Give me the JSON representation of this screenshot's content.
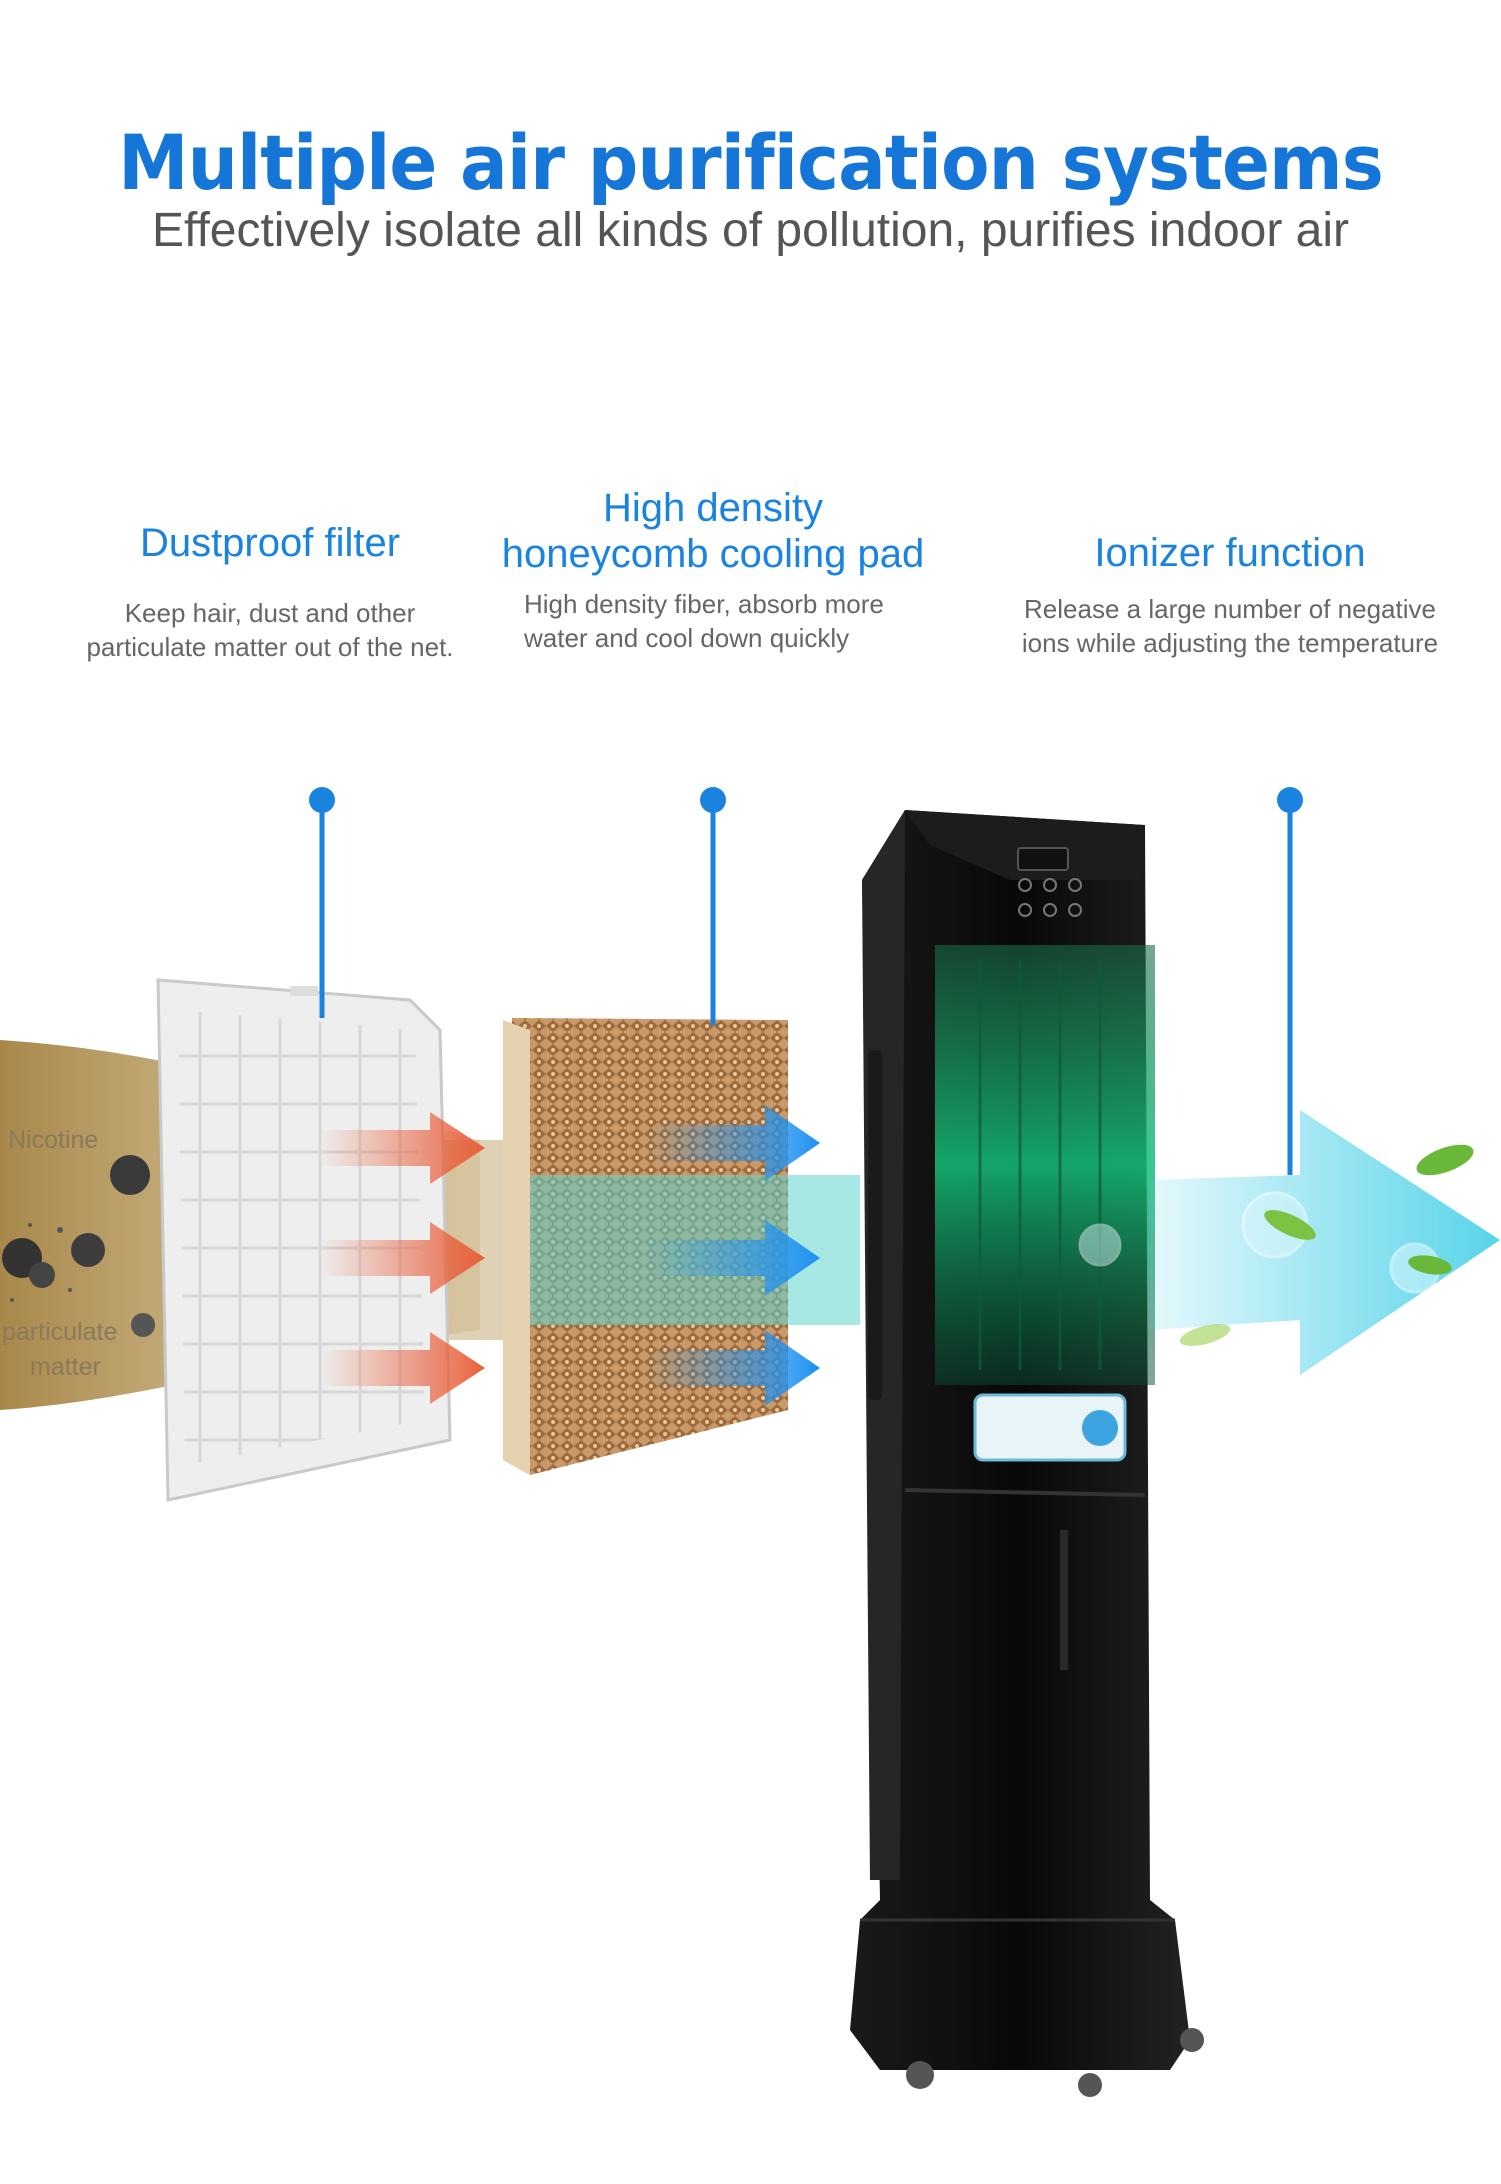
{
  "header": {
    "title": "Multiple air purification systems",
    "subtitle": "Effectively isolate all kinds of pollution, purifies indoor air"
  },
  "features": [
    {
      "title_line1": "Dustproof filter",
      "title_line2": "",
      "desc_line1": "Keep hair, dust and other",
      "desc_line2": "particulate matter out of the net."
    },
    {
      "title_line1": "High density",
      "title_line2": "honeycomb cooling pad",
      "desc_line1": "High density fiber, absorb more",
      "desc_line2": "water and cool down quickly"
    },
    {
      "title_line1": "Ionizer function",
      "title_line2": "",
      "desc_line1": "Release a large number of negative",
      "desc_line2": "ions while adjusting the temperature"
    }
  ],
  "pollutants": {
    "nicotine": "Nicotine",
    "particulate_line1": "particulate",
    "particulate_line2": "matter"
  },
  "colors": {
    "accent": "#1a83e0",
    "pollution_band": "#b99a5c",
    "clean_air": "#4fd2e8",
    "cooler_body": "#0d0d0d"
  }
}
